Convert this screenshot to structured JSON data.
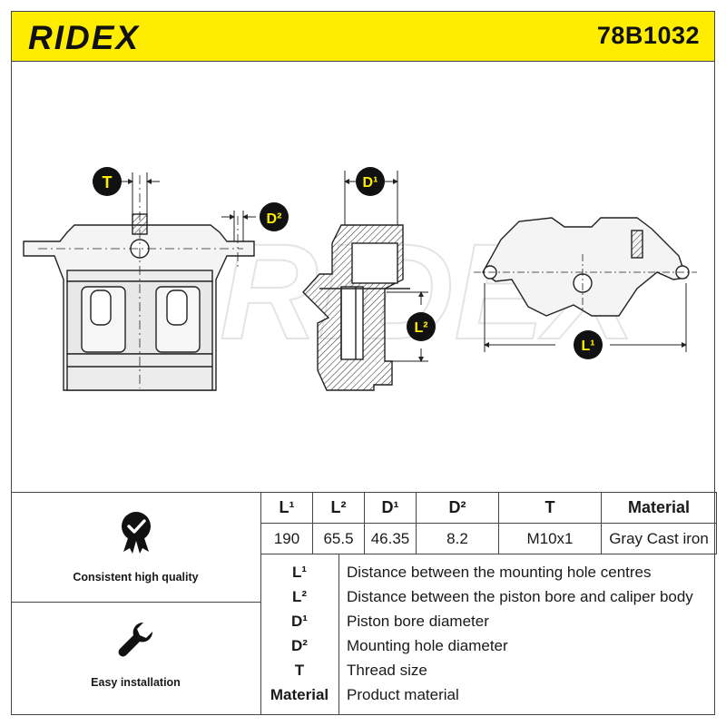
{
  "header": {
    "brand": "RIDEX",
    "part_number": "78B1032"
  },
  "drawing": {
    "labels": {
      "t": "T",
      "d1": "D¹",
      "d2": "D²",
      "l1": "L¹",
      "l2": "L²"
    },
    "watermark": "RIDEX"
  },
  "features": [
    {
      "label": "Consistent high quality",
      "icon": "quality-badge-icon"
    },
    {
      "label": "Easy installation",
      "icon": "wrench-icon"
    }
  ],
  "spec_table": {
    "headers": [
      "L¹",
      "L²",
      "D¹",
      "D²",
      "T",
      "Material"
    ],
    "values": [
      "190",
      "65.5",
      "46.35",
      "8.2",
      "M10x1",
      "Gray Cast iron"
    ]
  },
  "legend": [
    {
      "key": "L¹",
      "desc": "Distance between the mounting hole centres"
    },
    {
      "key": "L²",
      "desc": "Distance between the piston bore and caliper body"
    },
    {
      "key": "D¹",
      "desc": "Piston bore diameter"
    },
    {
      "key": "D²",
      "desc": "Mounting hole diameter"
    },
    {
      "key": "T",
      "desc": "Thread size"
    },
    {
      "key": "Material",
      "desc": "Product material"
    }
  ],
  "colors": {
    "header_bg": "#ffed00",
    "marker_bg": "#111111",
    "marker_text": "#ffed00"
  }
}
